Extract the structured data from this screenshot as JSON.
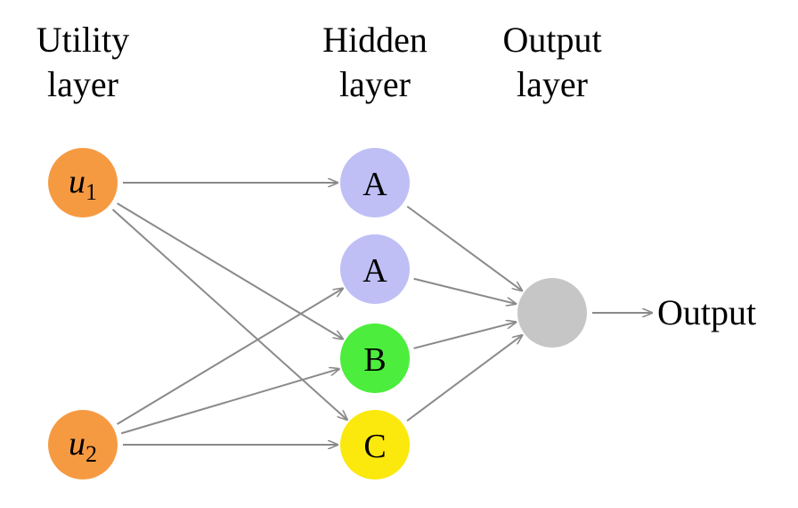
{
  "columns": [
    {
      "line1": "Utility",
      "line2": "layer"
    },
    {
      "line1": "Hidden",
      "line2": "layer"
    },
    {
      "line1": "Output",
      "line2": "layer"
    }
  ],
  "nodes": {
    "u1": {
      "var": "u",
      "sub": "1",
      "color": "#f69a42"
    },
    "u2": {
      "var": "u",
      "sub": "2",
      "color": "#f69a42"
    },
    "h1": {
      "label": "A",
      "color": "#bfbff6"
    },
    "h2": {
      "label": "A",
      "color": "#bfbff6"
    },
    "h3": {
      "label": "B",
      "color": "#4ced3c"
    },
    "h4": {
      "label": "C",
      "color": "#fbe80d"
    },
    "out": {
      "label": "",
      "color": "#c6c6c6"
    }
  },
  "edges": [
    [
      "u1",
      "h1"
    ],
    [
      "u1",
      "h3"
    ],
    [
      "u1",
      "h4"
    ],
    [
      "u2",
      "h2"
    ],
    [
      "u2",
      "h3"
    ],
    [
      "u2",
      "h4"
    ],
    [
      "h1",
      "out"
    ],
    [
      "h2",
      "out"
    ],
    [
      "h3",
      "out"
    ],
    [
      "h4",
      "out"
    ],
    [
      "out",
      "output-text"
    ]
  ],
  "output_label": "Output",
  "colors": {
    "edge": "#8a8a8a"
  }
}
